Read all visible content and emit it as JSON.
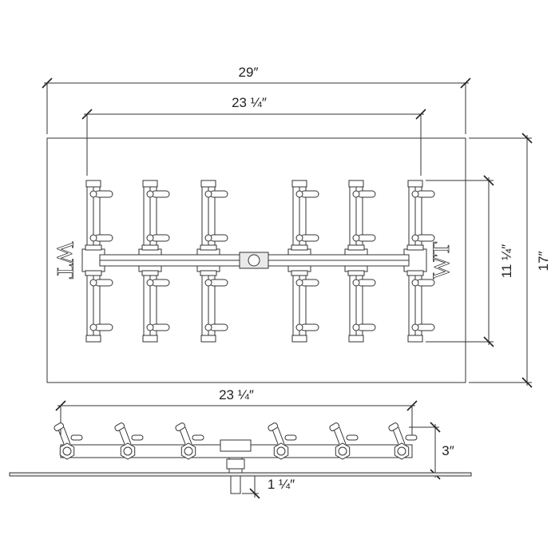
{
  "dimensions": {
    "top_width": "29″",
    "top_inner_width": "23 ¼″",
    "right_inner_height": "11 ¼″",
    "right_outer_height": "17″",
    "side_width": "23 ¼″",
    "side_height": "3″",
    "inlet_size": "1 ¼″"
  },
  "logo_text": "WT",
  "colors": {
    "line": "#333333",
    "background": "#ffffff",
    "fill": "#e9e9e9"
  }
}
